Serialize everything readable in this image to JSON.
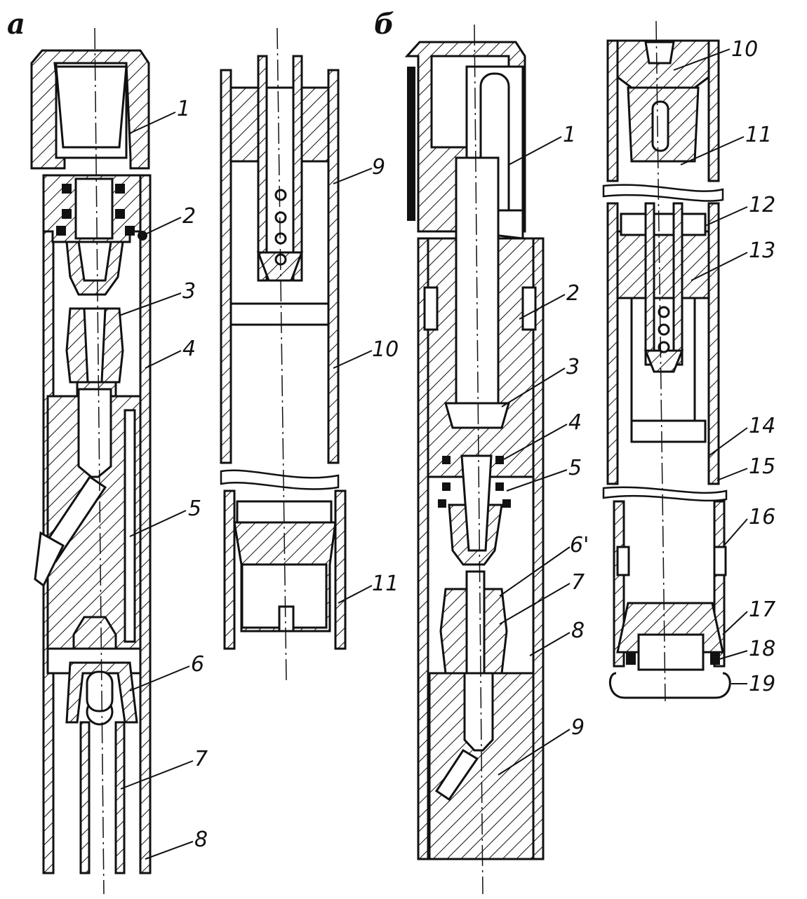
{
  "panels": {
    "a": {
      "label": "а"
    },
    "b": {
      "label": "б"
    }
  },
  "callouts": {
    "a_left": [
      "1",
      "2",
      "3",
      "4",
      "5",
      "6",
      "7",
      "8"
    ],
    "a_right": [
      "9",
      "10",
      "11"
    ],
    "b_left": [
      "1",
      "2",
      "3",
      "4",
      "5",
      "6'",
      "7",
      "8",
      "9"
    ],
    "b_right": [
      "10",
      "11",
      "12",
      "13",
      "14",
      "15",
      "16",
      "17",
      "18",
      "19"
    ]
  }
}
